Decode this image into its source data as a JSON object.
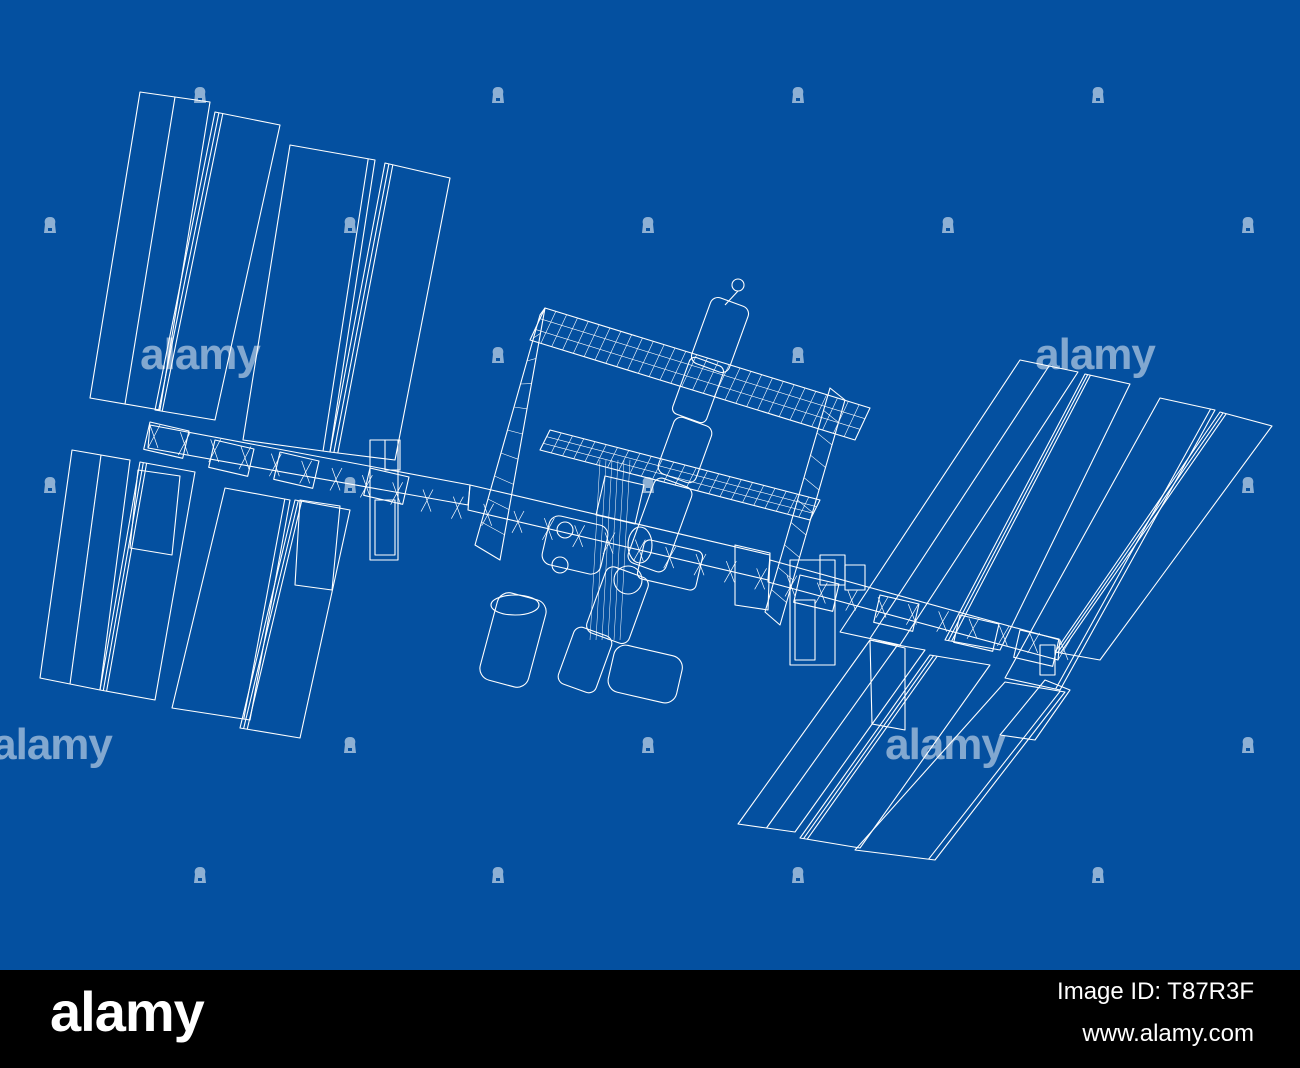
{
  "image": {
    "background_color": "#0450a0",
    "line_color": "#ffffff",
    "subject": "space-station-wireframe"
  },
  "watermark": {
    "word": "alamy",
    "icon": "alamy-a-icon"
  },
  "footer": {
    "background": "#000000",
    "logo_text": "alamy",
    "image_id": "Image ID: T87R3F",
    "website": "www.alamy.com"
  }
}
